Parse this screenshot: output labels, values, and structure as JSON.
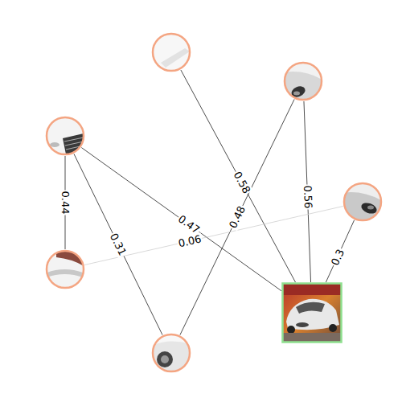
{
  "diagram": {
    "nodes": [
      {
        "text": []
      },
      {
        "text": []
      },
      {
        "text": []
      },
      {
        "text": []
      },
      {
        "text": []
      },
      {
        "text": []
      },
      {
        "text": []
      }
    ],
    "edges": [
      {
        "from": 0,
        "to": 5,
        "arrow": "none",
        "label": "0.58"
      },
      {
        "from": 1,
        "to": 6,
        "arrow": "none",
        "label": "0.48"
      },
      {
        "from": 1,
        "to": 5,
        "arrow": "none",
        "label": "0.56"
      },
      {
        "from": 2,
        "to": 4,
        "arrow": "none",
        "label": "0.44"
      },
      {
        "from": 2,
        "to": 6,
        "arrow": "none",
        "label": "0.31"
      },
      {
        "from": 2,
        "to": 5,
        "arrow": "none",
        "label": "0.47"
      },
      {
        "from": 4,
        "to": 3,
        "arrow": "none",
        "label": "0.06"
      },
      {
        "from": 3,
        "to": 5,
        "arrow": "none",
        "label": "0.3"
      }
    ]
  }
}
